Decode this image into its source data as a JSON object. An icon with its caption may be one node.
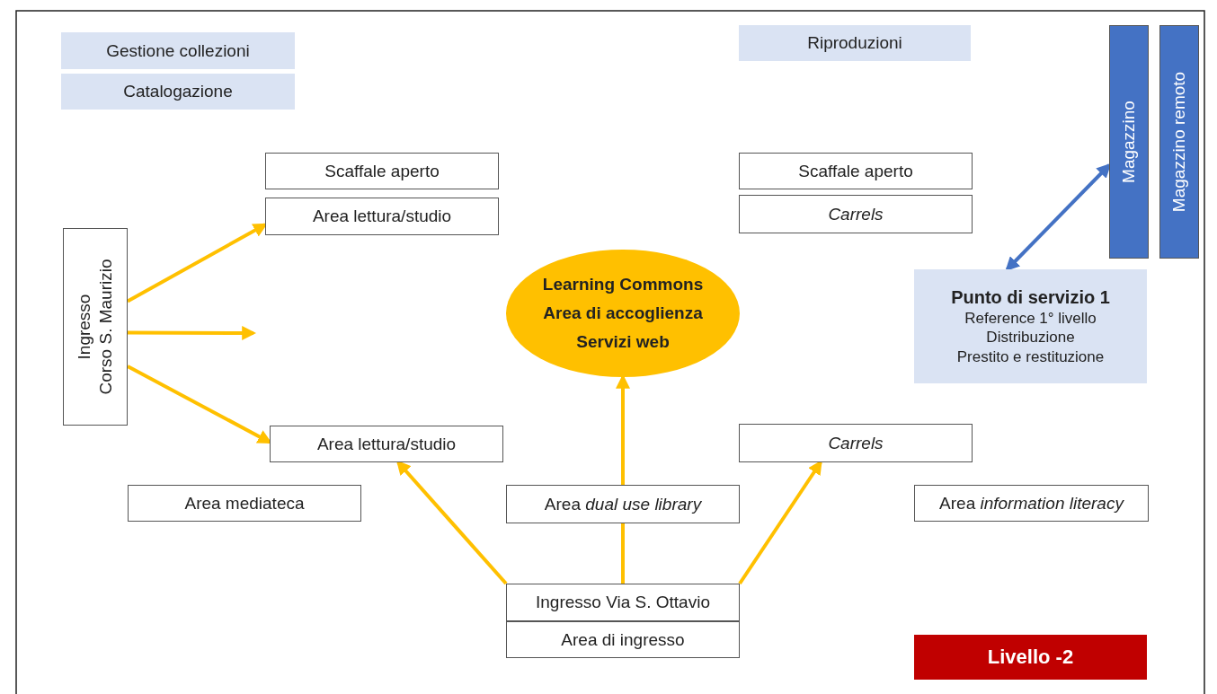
{
  "diagram": {
    "nodes": [
      {
        "text": [
          "Gestione collezioni"
        ]
      },
      {
        "text": [
          "Catalogazione"
        ]
      },
      {
        "text": [
          "Riproduzioni"
        ]
      },
      {
        "text": [
          "Magazzino"
        ]
      },
      {
        "text": [
          "Magazzino remoto"
        ]
      },
      {
        "text": [
          "Scaffale aperto"
        ]
      },
      {
        "text": [
          "Area lettura/studio"
        ]
      },
      {
        "text": [
          "Scaffale aperto"
        ]
      },
      {
        "text": [
          "Carrels"
        ]
      },
      {
        "text": [
          "Ingresso",
          "Corso S. Maurizio"
        ]
      },
      {
        "text": [
          "Learning Commons",
          "Area di accoglienza",
          "Servizi web"
        ]
      },
      {
        "text": [
          "Punto di servizio 1",
          "Reference 1° livello",
          "Distribuzione",
          "Prestito e restituzione"
        ]
      },
      {
        "text": [
          "Area lettura/studio"
        ]
      },
      {
        "text": [
          "Carrels"
        ]
      },
      {
        "text": [
          "Area mediateca"
        ]
      },
      {
        "text": [
          "Area *dual use library*"
        ]
      },
      {
        "text": [
          "Area *information literacy*"
        ]
      },
      {
        "text": [
          "Ingresso Via S. Ottavio"
        ]
      },
      {
        "text": [
          "Area di ingresso"
        ]
      },
      {
        "text": [
          "Livello -2"
        ]
      }
    ],
    "edges": [
      {
        "from": 9,
        "to": 6,
        "arrow": "to"
      },
      {
        "from": 9,
        "to": null,
        "arrow": "to"
      },
      {
        "from": 9,
        "to": 12,
        "arrow": "to"
      },
      {
        "from": 17,
        "to": 12,
        "arrow": "to"
      },
      {
        "from": 17,
        "to": 15,
        "arrow": "none"
      },
      {
        "from": 15,
        "to": 10,
        "arrow": "to"
      },
      {
        "from": 17,
        "to": 13,
        "arrow": "to"
      },
      {
        "from": 11,
        "to": 3,
        "arrow": "both",
        "color": "#4472c4"
      }
    ]
  }
}
